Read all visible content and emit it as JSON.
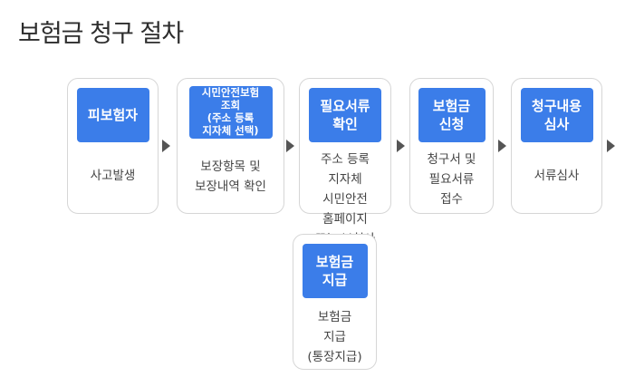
{
  "page": {
    "title": "보험금 청구 절차"
  },
  "colors": {
    "badge": "#3b7de9",
    "card_border": "#d6d6d6",
    "arrow": "#555555",
    "text": "#444444"
  },
  "icons": {
    "arrow": "triangle-right-icon"
  },
  "steps": [
    {
      "badge": "피보험자",
      "desc": "사고발생"
    },
    {
      "badge": "시민안전보험\n조회\n(주소 등록\n지자체 선택)",
      "desc": "보장항목 및\n보장내역 확인"
    },
    {
      "badge": "필요서류\n확인",
      "desc": "주소 등록\n지자체\n시민안전\n홈페이지\n또는 보험사"
    },
    {
      "badge": "보험금\n신청",
      "desc": "청구서 및\n필요서류\n접수"
    },
    {
      "badge": "청구내용\n심사",
      "desc": "서류심사"
    },
    {
      "badge": "보험금\n지급",
      "desc": "보험금\n지급\n(통장지급)"
    }
  ]
}
